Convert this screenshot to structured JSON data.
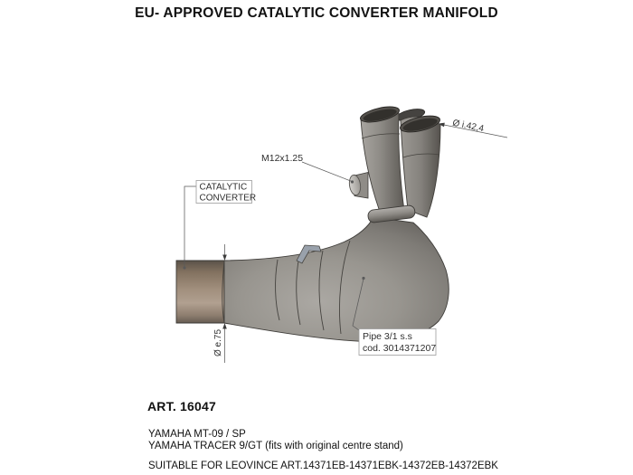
{
  "title": "EU- APPROVED CATALYTIC CONVERTER MANIFOLD",
  "diagram": {
    "labels": {
      "thread": "M12x1.25",
      "inner_diameter": "Ø i.42,4",
      "cat_line1": "CATALYTIC",
      "cat_line2": "CONVERTER",
      "outer_diameter": "Ø e.75",
      "pipe_line1": "Pipe 3/1 s.s",
      "pipe_line2": "cod. 3014371207"
    },
    "colors": {
      "pipe_gray": "#8f8c87",
      "pipe_dark": "#4e4b47",
      "cat_brown": "#a08e7c",
      "bracket_steel": "#99a1ab",
      "line_gray": "#5a5a5a",
      "box_border": "#9c9c9c"
    }
  },
  "footer": {
    "art": "ART. 16047",
    "models": [
      "YAMAHA MT-09 / SP",
      "YAMAHA TRACER 9/GT  (fits with original centre stand)"
    ],
    "suitable": "SUITABLE FOR LEOVINCE ART.14371EB-14371EBK-14372EB-14372EBK"
  }
}
